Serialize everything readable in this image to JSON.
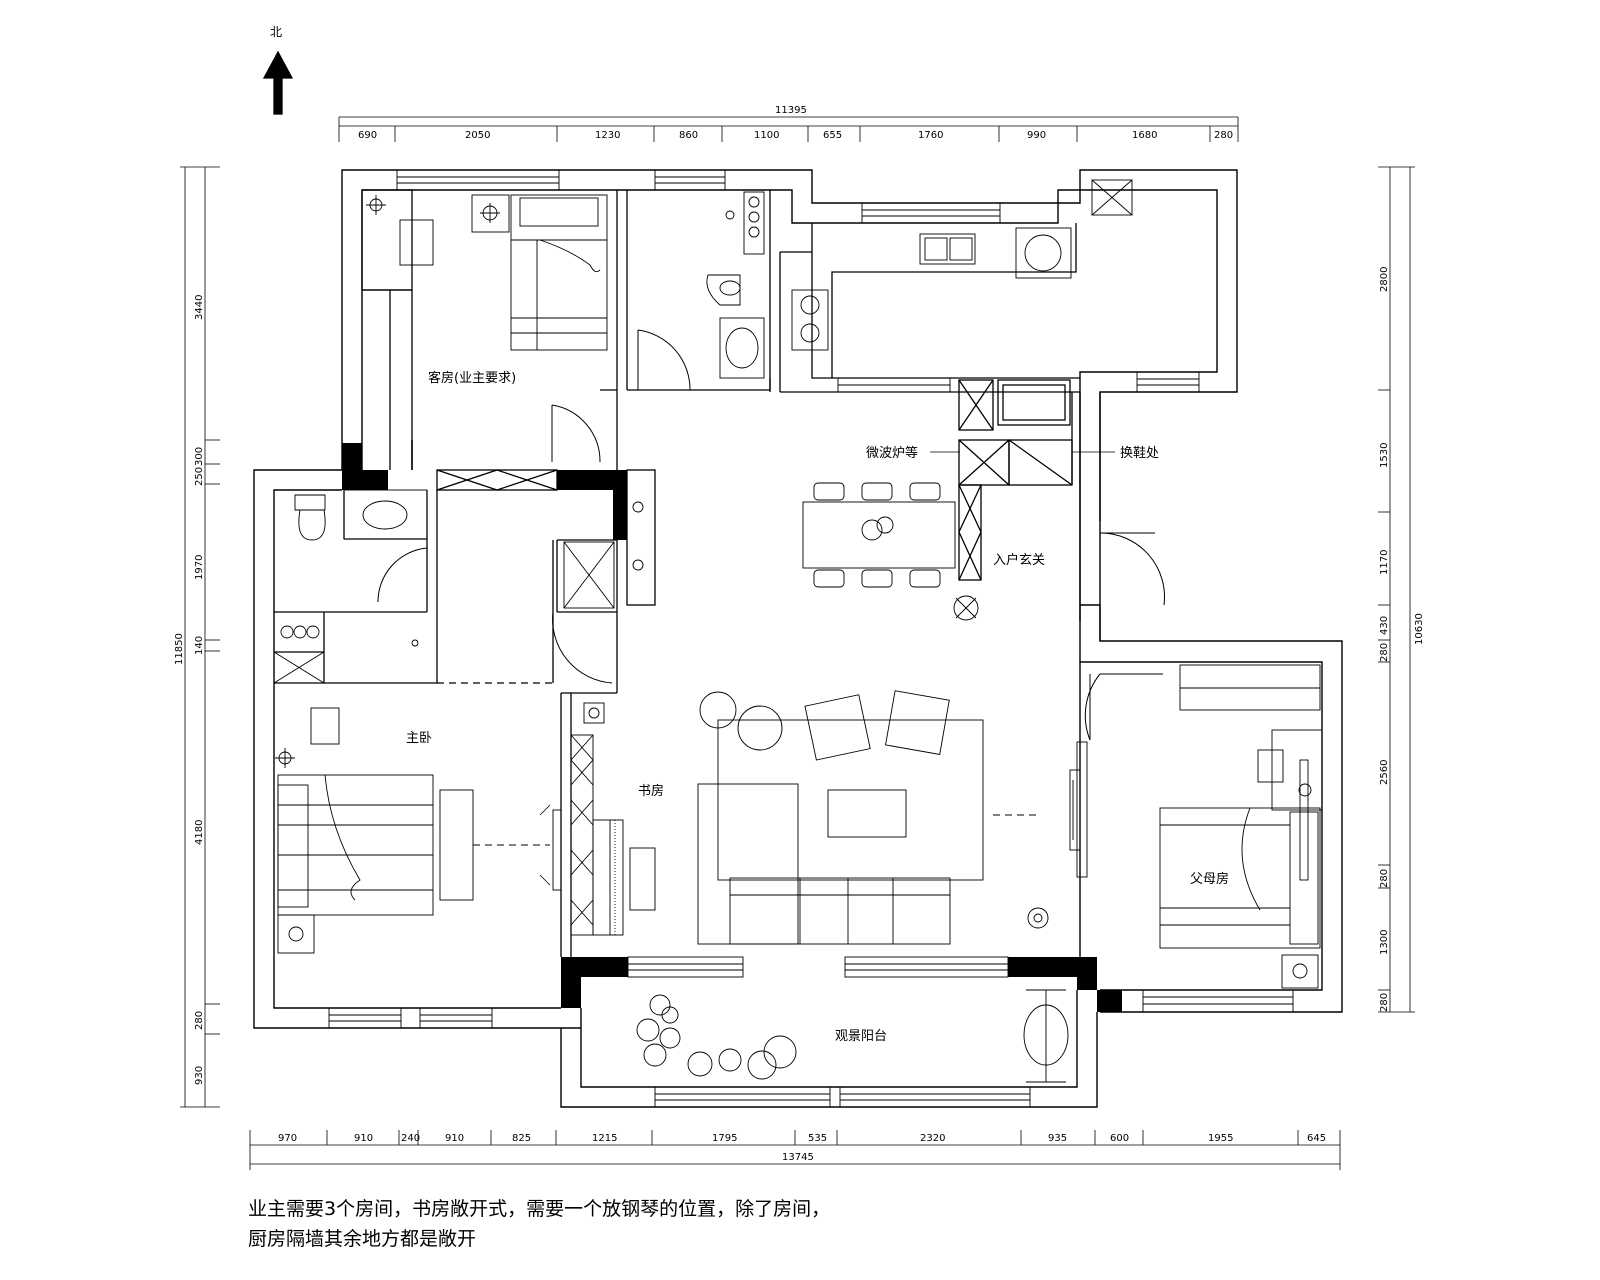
{
  "north_label": "北",
  "dims_top": {
    "overall": "11395",
    "segments": [
      "690",
      "2050",
      "1230",
      "860",
      "1100",
      "655",
      "1760",
      "990",
      "1680",
      "280"
    ]
  },
  "dims_bottom": {
    "overall": "13745",
    "segments": [
      "970",
      "910",
      "240",
      "910",
      "825",
      "1215",
      "1795",
      "535",
      "2320",
      "935",
      "600",
      "1955",
      "645"
    ]
  },
  "dims_left": {
    "overall": "11850",
    "segments": [
      "3440",
      "300",
      "250",
      "1970",
      "140",
      "4180",
      "280",
      "930"
    ]
  },
  "dims_right": {
    "overall": "10630",
    "segments": [
      "2800",
      "1530",
      "1170",
      "430",
      "280",
      "2560",
      "280",
      "1300",
      "280"
    ]
  },
  "rooms": {
    "guest": "客房(业主要求)",
    "master": "主卧",
    "study": "书房",
    "parents": "父母房",
    "balcony": "观景阳台",
    "entry": "入户玄关",
    "microwave": "微波炉等",
    "shoes": "换鞋处"
  },
  "note": {
    "line1": "业主需要3个房间，书房敞开式，需要一个放钢琴的位置，除了房间，",
    "line2": "厨房隔墙其余地方都是敞开"
  },
  "colors": {
    "line": "#000000",
    "background": "#ffffff"
  }
}
